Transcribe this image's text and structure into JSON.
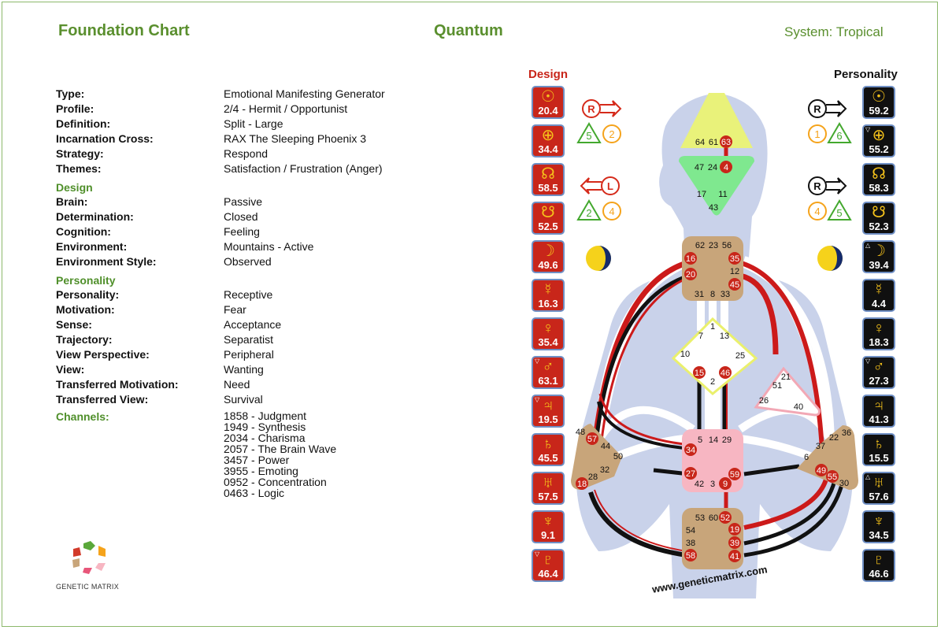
{
  "header": {
    "title": "Foundation Chart",
    "center": "Quantum",
    "system": "System: Tropical"
  },
  "info": [
    {
      "k": "Type:",
      "v": "Emotional Manifesting Generator"
    },
    {
      "k": "Profile:",
      "v": "2/4 - Hermit / Opportunist"
    },
    {
      "k": "Definition:",
      "v": "Split - Large"
    },
    {
      "k": "Incarnation Cross:",
      "v": "RAX The Sleeping Phoenix 3"
    },
    {
      "k": "Strategy:",
      "v": "Respond"
    },
    {
      "k": "Themes:",
      "v": "Satisfaction / Frustration (Anger)"
    }
  ],
  "design_title": "Design",
  "design_rows": [
    {
      "k": "Brain:",
      "v": "Passive"
    },
    {
      "k": "Determination:",
      "v": "Closed"
    },
    {
      "k": "Cognition:",
      "v": "Feeling"
    },
    {
      "k": "Environment:",
      "v": "Mountains - Active"
    },
    {
      "k": "Environment Style:",
      "v": "Observed"
    }
  ],
  "personality_title": "Personality",
  "personality_rows": [
    {
      "k": "Personality:",
      "v": "Receptive"
    },
    {
      "k": "Motivation:",
      "v": "Fear"
    },
    {
      "k": "Sense:",
      "v": "Acceptance"
    },
    {
      "k": "Trajectory:",
      "v": "Separatist"
    },
    {
      "k": "View Perspective:",
      "v": "Peripheral"
    },
    {
      "k": "View:",
      "v": "Wanting"
    },
    {
      "k": "Transferred Motivation:",
      "v": "Need"
    },
    {
      "k": "Transferred View:",
      "v": "Survival"
    }
  ],
  "channels_title": "Channels:",
  "channels": [
    "1858 - Judgment",
    "1949 - Synthesis",
    "2034 - Charisma",
    "2057 - The Brain Wave",
    "3457 - Power",
    "3955 - Emoting",
    "0952 - Concentration",
    "0463 - Logic"
  ],
  "logo_text": "GENETIC MATRIX",
  "design_label": "Design",
  "personality_label": "Personality",
  "design_planets": [
    {
      "glyph": "☉",
      "val": "20.4",
      "mark": ""
    },
    {
      "glyph": "⊕",
      "val": "34.4",
      "mark": ""
    },
    {
      "glyph": "☊",
      "val": "58.5",
      "mark": ""
    },
    {
      "glyph": "☋",
      "val": "52.5",
      "mark": ""
    },
    {
      "glyph": "☽",
      "val": "49.6",
      "mark": ""
    },
    {
      "glyph": "☿",
      "val": "16.3",
      "mark": ""
    },
    {
      "glyph": "♀",
      "val": "35.4",
      "mark": ""
    },
    {
      "glyph": "♂",
      "val": "63.1",
      "mark": "▽"
    },
    {
      "glyph": "♃",
      "val": "19.5",
      "mark": "▽"
    },
    {
      "glyph": "♄",
      "val": "45.5",
      "mark": ""
    },
    {
      "glyph": "♅",
      "val": "57.5",
      "mark": ""
    },
    {
      "glyph": "♆",
      "val": "9.1",
      "mark": ""
    },
    {
      "glyph": "♇",
      "val": "46.4",
      "mark": "▽"
    }
  ],
  "personality_planets": [
    {
      "glyph": "☉",
      "val": "59.2",
      "mark": ""
    },
    {
      "glyph": "⊕",
      "val": "55.2",
      "mark": "▽"
    },
    {
      "glyph": "☊",
      "val": "58.3",
      "mark": ""
    },
    {
      "glyph": "☋",
      "val": "52.3",
      "mark": ""
    },
    {
      "glyph": "☽",
      "val": "39.4",
      "mark": "△"
    },
    {
      "glyph": "☿",
      "val": "4.4",
      "mark": ""
    },
    {
      "glyph": "♀",
      "val": "18.3",
      "mark": ""
    },
    {
      "glyph": "♂",
      "val": "27.3",
      "mark": "▽"
    },
    {
      "glyph": "♃",
      "val": "41.3",
      "mark": ""
    },
    {
      "glyph": "♄",
      "val": "15.5",
      "mark": ""
    },
    {
      "glyph": "♅",
      "val": "57.6",
      "mark": "△"
    },
    {
      "glyph": "♆",
      "val": "34.5",
      "mark": ""
    },
    {
      "glyph": "♇",
      "val": "46.6",
      "mark": ""
    }
  ],
  "arrows": {
    "design_top": "R",
    "design_bottom": "L",
    "pers_top": "R",
    "pers_bottom": "R"
  },
  "variables": {
    "d1": "5",
    "d2": "2",
    "d3": "2",
    "d4": "4",
    "p1": "1",
    "p2": "6",
    "p3": "4",
    "p4": "5"
  },
  "website": "www.geneticmatrix.com",
  "colors": {
    "green": "#5a8f2e",
    "red": "#c8261a",
    "body": "#c9d2ea",
    "head": "#e9f27a",
    "ajna": "#7fe88f",
    "tan": "#c8a57a",
    "pink": "#f7b6c2"
  },
  "gates": {
    "head": [
      "64",
      "61",
      "63"
    ],
    "ajna": [
      "47",
      "24",
      "4",
      "17",
      "11",
      "43"
    ],
    "throat": [
      "62",
      "23",
      "56",
      "16",
      "35",
      "12",
      "20",
      "45",
      "31",
      "8",
      "33"
    ],
    "g": [
      "1",
      "7",
      "13",
      "10",
      "25",
      "15",
      "46",
      "2"
    ],
    "heart": [
      "21",
      "51",
      "26",
      "40"
    ],
    "spleen": [
      "48",
      "57",
      "44",
      "50",
      "32",
      "28",
      "18"
    ],
    "sacral": [
      "5",
      "14",
      "29",
      "34",
      "27",
      "59",
      "42",
      "3",
      "9"
    ],
    "solar": [
      "36",
      "22",
      "37",
      "6",
      "49",
      "55",
      "30"
    ],
    "root": [
      "53",
      "60",
      "52",
      "54",
      "19",
      "38",
      "39",
      "58",
      "41"
    ]
  }
}
